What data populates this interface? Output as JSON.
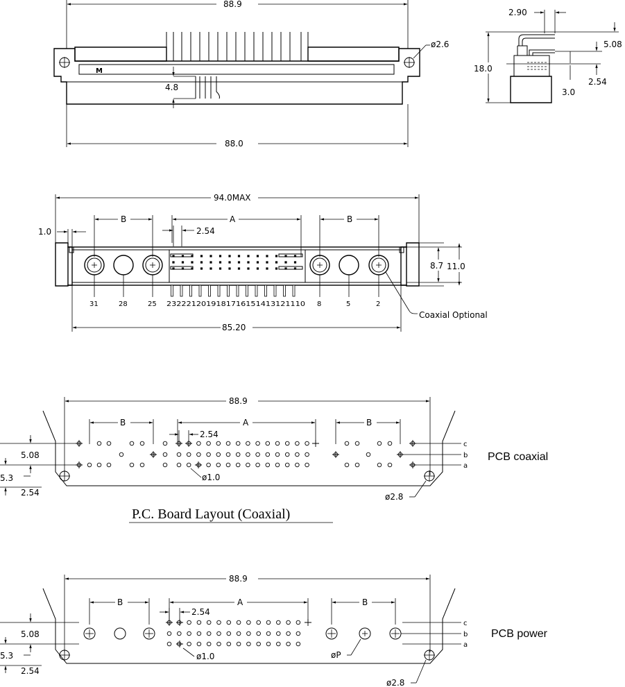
{
  "top_view": {
    "dim_overall": "88.9",
    "dim_hole": "ø2.6",
    "dim_height": "4.8",
    "dim_base": "88.0",
    "logo": "M"
  },
  "side_view": {
    "dim_290": "2.90",
    "dim_508": "5.08",
    "dim_180": "18.0",
    "dim_254": "2.54",
    "dim_30": "3.0"
  },
  "front_view": {
    "dim_max": "94.0MAX",
    "dim_b_left": "B",
    "dim_a": "A",
    "dim_b_right": "B",
    "dim_10": "1.0",
    "dim_254": "2.54",
    "dim_87": "8.7",
    "dim_110": "11.0",
    "dim_8520": "85.20",
    "coax_label": "Coaxial  Optional",
    "pin_labels_left": [
      "31",
      "28",
      "25"
    ],
    "pin_labels_signal": "2322212019181716151413121110",
    "pin_labels_right": [
      "8",
      "5",
      "2"
    ]
  },
  "pcb_coaxial": {
    "label": "PCB coaxial",
    "title": "P.C. Board Layout (Coaxial)",
    "dim_overall": "88.9",
    "dim_b_left": "B",
    "dim_a": "A",
    "dim_b_right": "B",
    "dim_254": "2.54",
    "dim_508": "5.08",
    "dim_53": "5.3",
    "dim_254b": "2.54",
    "dim_hole": "ø1.0",
    "dim_mount": "ø2.8",
    "row_c": "c",
    "row_b": "b",
    "row_a": "a"
  },
  "pcb_power": {
    "label": "PCB power",
    "dim_overall": "88.9",
    "dim_b_left": "B",
    "dim_a": "A",
    "dim_b_right": "B",
    "dim_254": "2.54",
    "dim_508": "5.08",
    "dim_53": "5.3",
    "dim_254b": "2.54",
    "dim_hole": "ø1.0",
    "dim_p": "øP",
    "dim_mount": "ø2.8",
    "row_c": "c",
    "row_b": "b",
    "row_a": "a"
  }
}
